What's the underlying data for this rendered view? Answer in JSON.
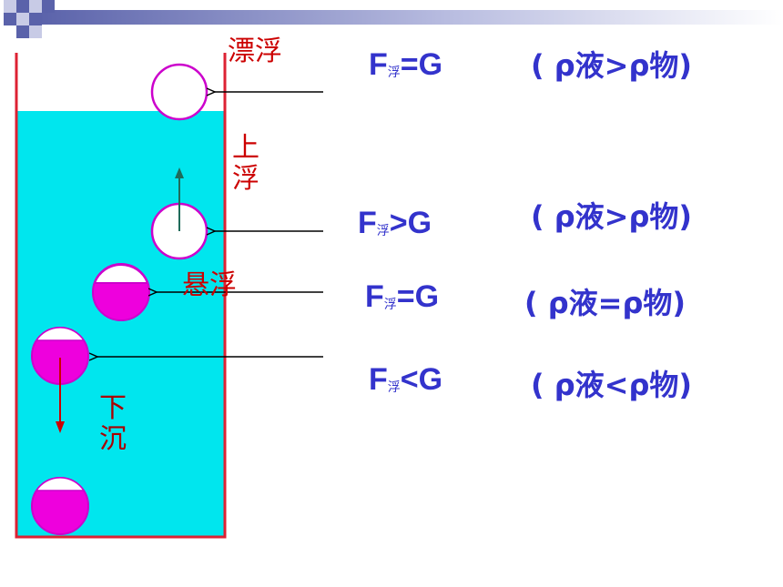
{
  "colors": {
    "liquid": "#00e6ee",
    "container": "#dd2233",
    "ball_fill": "#ee00dd",
    "ball_stroke": "#cc00cc",
    "text_blue": "#3333cc",
    "text_red": "#cc0000",
    "arrow_green": "#1f6b5a",
    "arrow_red": "#cc0000",
    "band_dark": "#6a72b8"
  },
  "states": [
    {
      "id": "floating",
      "label": "漂浮",
      "formula_f": "F",
      "formula_sub": "浮",
      "formula_rel": "=G",
      "condition": "( ρ液>ρ物)"
    },
    {
      "id": "rising",
      "label": "上浮",
      "formula_f": "F",
      "formula_sub": "浮",
      "formula_rel": ">G",
      "condition": "( ρ液>ρ物)"
    },
    {
      "id": "suspended",
      "label": "悬浮",
      "formula_f": "F",
      "formula_sub": "浮",
      "formula_rel": "=G",
      "condition": "( ρ液=ρ物)"
    },
    {
      "id": "sinking",
      "label": "下沉",
      "formula_f": "F",
      "formula_sub": "浮",
      "formula_rel": "<G",
      "condition": "( ρ液<ρ物)"
    }
  ]
}
